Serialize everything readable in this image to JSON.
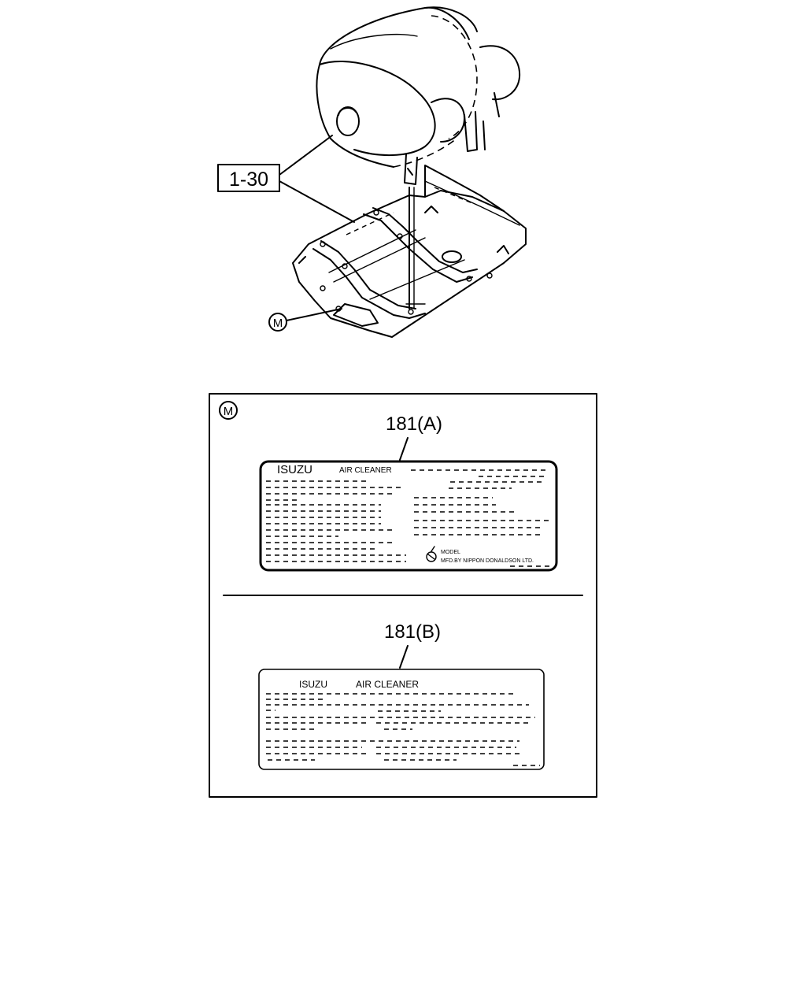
{
  "callouts": {
    "assembly_ref": "1-30",
    "detail_marker": "M",
    "inset_marker": "M"
  },
  "labels": {
    "label_a": {
      "ref": "181(A)",
      "brand": "ISUZU",
      "product": "AIR CLEANER",
      "model_caption": "MODEL",
      "maker_caption": "MFD.BY NIPPON DONALDSON LTD."
    },
    "label_b": {
      "ref": "181(B)",
      "brand": "ISUZU",
      "product": "AIR CLEANER"
    }
  }
}
